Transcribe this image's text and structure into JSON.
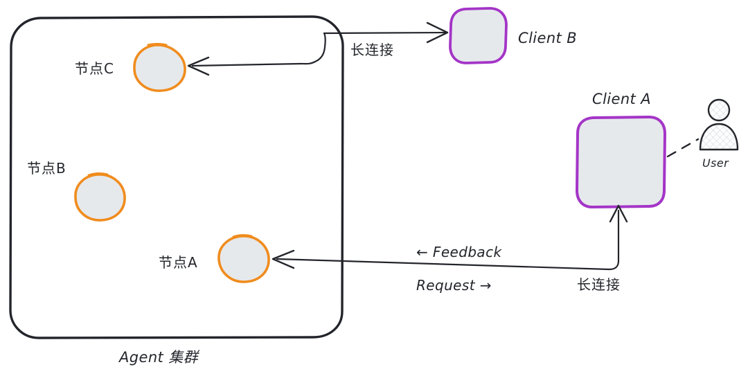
{
  "diagram": {
    "title": "Agent 集群",
    "background": "#ffffff",
    "colors": {
      "stroke_dark": "#23252b",
      "node_stroke": "#f08c1e",
      "node_fill": "#e6e9ec",
      "client_stroke": "#a435c7",
      "client_fill": "#e6e9ec",
      "user_stroke": "#23252b",
      "user_fill": "#fbfbfc",
      "text": "#23252b"
    },
    "cluster": {
      "label": "Agent 集群",
      "nodes": [
        {
          "id": "node-c",
          "label": "节点C"
        },
        {
          "id": "node-b",
          "label": "节点B"
        },
        {
          "id": "node-a",
          "label": "节点A"
        }
      ]
    },
    "clients": [
      {
        "id": "client-b",
        "label": "Client B"
      },
      {
        "id": "client-a",
        "label": "Client A"
      }
    ],
    "actors": [
      {
        "id": "user",
        "label": "User"
      }
    ],
    "edges": [
      {
        "id": "edge-cluster-to-clientb",
        "label": "长连接"
      },
      {
        "id": "edge-clientb-to-nodec",
        "label": ""
      },
      {
        "id": "edge-feedback",
        "label": "← Feedback"
      },
      {
        "id": "edge-request",
        "label": "Request →"
      },
      {
        "id": "edge-clienta-long",
        "label": "长连接"
      },
      {
        "id": "edge-user-to-clienta",
        "label": ""
      }
    ],
    "labels": {
      "long_connection_top": "长连接",
      "long_connection_bottom": "长连接",
      "feedback": "← Feedback",
      "request": "Request →",
      "node_c": "节点C",
      "node_b": "节点B",
      "node_a": "节点A",
      "client_b": "Client B",
      "client_a": "Client A",
      "user": "User",
      "cluster_title": "Agent 集群"
    }
  }
}
